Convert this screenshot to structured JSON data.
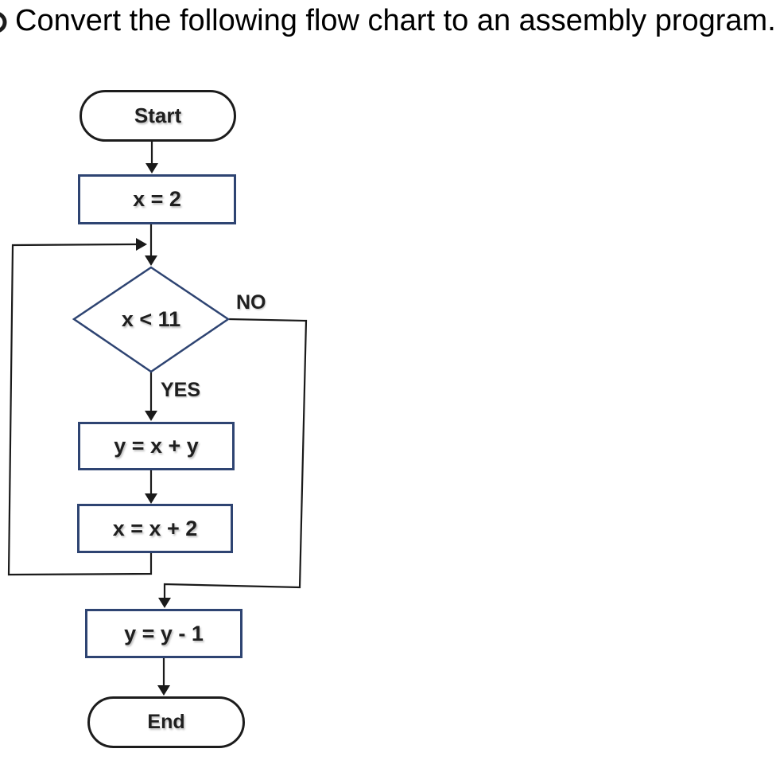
{
  "title": {
    "text": "Convert the following flow chart to an assembly program."
  },
  "flowchart": {
    "nodes": {
      "start": {
        "type": "terminator",
        "label": "Start"
      },
      "init": {
        "type": "process",
        "label": "x = 2"
      },
      "decision": {
        "type": "decision",
        "label": "x < 11"
      },
      "accumulate": {
        "type": "process",
        "label": "y = x + y"
      },
      "increment": {
        "type": "process",
        "label": "x = x + 2"
      },
      "decrement": {
        "type": "process",
        "label": "y = y - 1"
      },
      "end": {
        "type": "terminator",
        "label": "End"
      }
    },
    "branch_labels": {
      "yes": "YES",
      "no": "NO"
    },
    "edges": [
      "start -> init",
      "init -> decision",
      "decision -YES-> accumulate",
      "decision -NO-> decrement",
      "accumulate -> increment",
      "increment -> decision (loop back)",
      "decrement -> end"
    ],
    "colors": {
      "terminator_border": "#1c1c1c",
      "process_border": "#2e4472",
      "connector": "#1a1a1a",
      "label_text": "#1f1f1f"
    }
  }
}
